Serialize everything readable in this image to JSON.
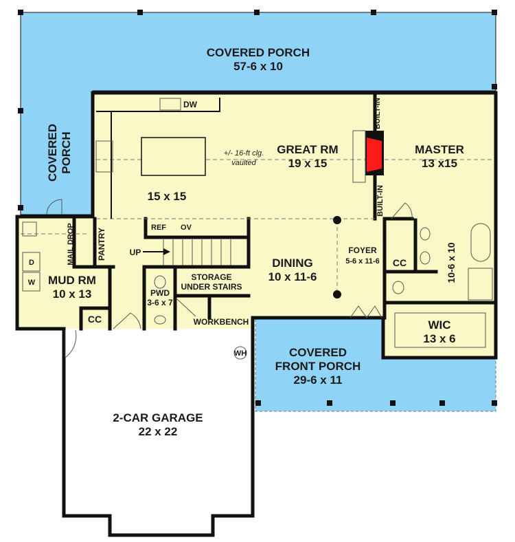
{
  "colors": {
    "porch": "#8fd3f7",
    "floor": "#fbf8c8",
    "wall": "#111111",
    "fireplace": "#ff1a1a",
    "garage": "#ffffff"
  },
  "rooms": {
    "covered_porch_top": {
      "name": "COVERED PORCH",
      "size": "57-6 x 10"
    },
    "covered_porch_side": {
      "line1": "COVERED",
      "line2": "PORCH"
    },
    "kitchen": {
      "size": "15 x 15",
      "dw": "DW",
      "ref": "REF",
      "ov": "OV"
    },
    "great_room": {
      "name": "GREAT RM",
      "size": "19 x 15",
      "ceiling_note1": "+/- 16-ft clg.",
      "ceiling_note2": "vaulted"
    },
    "built_in_upper": "BUILT-IN",
    "built_in_lower": "BUILT-IN",
    "master": {
      "name": "MASTER",
      "size": "13 x15"
    },
    "master_bath": {
      "size": "10-6 x 10"
    },
    "master_cc": "CC",
    "wic": {
      "name": "WIC",
      "size": "13 x 6"
    },
    "foyer": {
      "name": "FOYER",
      "size": "5-6 x 11-6"
    },
    "dining": {
      "name": "DINING",
      "size": "10 x 11-6"
    },
    "pantry": "PANTRY",
    "mail_drop": "MAIL DROP",
    "stairs_up": "UP",
    "mud_room": {
      "name": "MUD RM",
      "size": "10 x 13",
      "dryer": "D",
      "washer": "W",
      "cc": "CC"
    },
    "powder": {
      "name": "PWD",
      "size": "3-6 x 7"
    },
    "storage": {
      "line1": "STORAGE",
      "line2": "UNDER STAIRS"
    },
    "workbench": "WORKBENCH",
    "water_heater": "WH",
    "front_porch": {
      "line1": "COVERED",
      "line2": "FRONT PORCH",
      "size": "29-6 x 11"
    },
    "garage": {
      "name": "2-CAR GARAGE",
      "size": "22 x 22"
    }
  }
}
